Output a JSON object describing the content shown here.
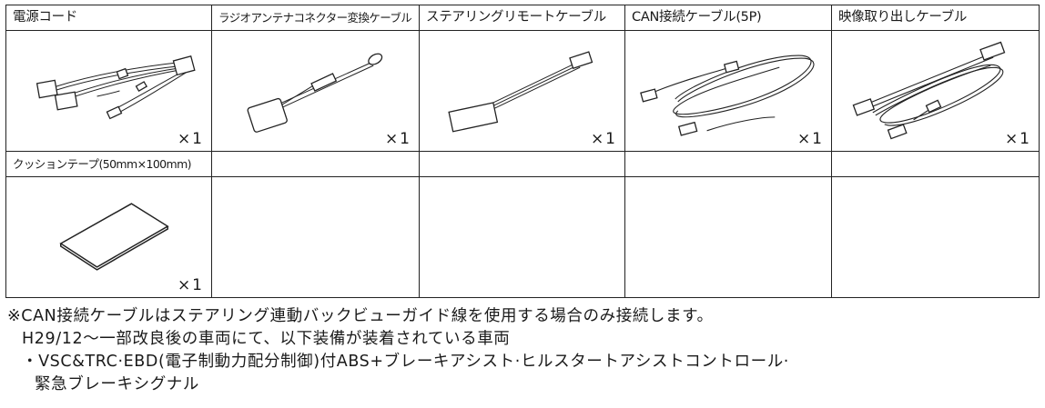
{
  "parts": [
    {
      "name": "電源コード",
      "quantity": "×1",
      "icon": "power-cord-harness-icon"
    },
    {
      "name": "ラジオアンテナコネクター変換ケーブル",
      "quantity": "×1",
      "icon": "radio-antenna-adapter-icon"
    },
    {
      "name": "ステアリングリモートケーブル",
      "quantity": "×1",
      "icon": "steering-remote-cable-icon"
    },
    {
      "name": "CAN接続ケーブル(5P)",
      "quantity": "×1",
      "icon": "can-cable-icon"
    },
    {
      "name": "映像取り出しケーブル",
      "quantity": "×1",
      "icon": "video-output-cable-icon"
    },
    {
      "name": "クッションテープ(50mm×100mm)",
      "quantity": "×1",
      "icon": "cushion-tape-icon"
    }
  ],
  "notes": {
    "main": "※CAN接続ケーブルはステアリング連動バックビューガイド線を使用する場合のみ接続します。",
    "condition": "H29/12〜一部改良後の車両にて、以下装備が装着されている車両",
    "equipment_line1": "・VSC&TRC·EBD(電子制動力配分制御)付ABS+ブレーキアシスト·ヒルスタートアシストコントロール·",
    "equipment_line2": "緊急ブレーキシグナル"
  }
}
